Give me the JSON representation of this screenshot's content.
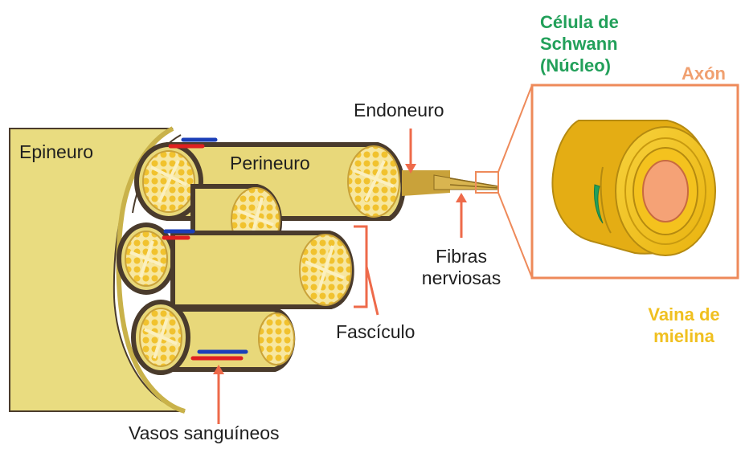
{
  "labels": {
    "epineuro": "Epineuro",
    "perineuro": "Perineuro",
    "endoneuro": "Endoneuro",
    "fibras": [
      "Fibras",
      "nerviosas"
    ],
    "fasciculo": "Fascículo",
    "vasos": "Vasos sanguíneos",
    "schwann": [
      "Célula de",
      "Schwann",
      "(Núcleo)"
    ],
    "axon": "Axón",
    "vaina": [
      "Vaina de",
      "mielina"
    ]
  },
  "colors": {
    "epineurium_fill": "#e9dc80",
    "fascicle_fill": "#e8d87a",
    "outline": "#4a3b2c",
    "fiber_dot": "#f1c22e",
    "endoneurium": "#c9a23a",
    "arrow": "#ee6a4a",
    "box_stroke": "#ee8a5a",
    "vessel_red": "#e02020",
    "vessel_blue": "#1c3fb8",
    "myelin": "#f4c21e",
    "myelin_dark": "#b58a10",
    "axon": "#f5a276",
    "schwann": "#22a05a"
  }
}
